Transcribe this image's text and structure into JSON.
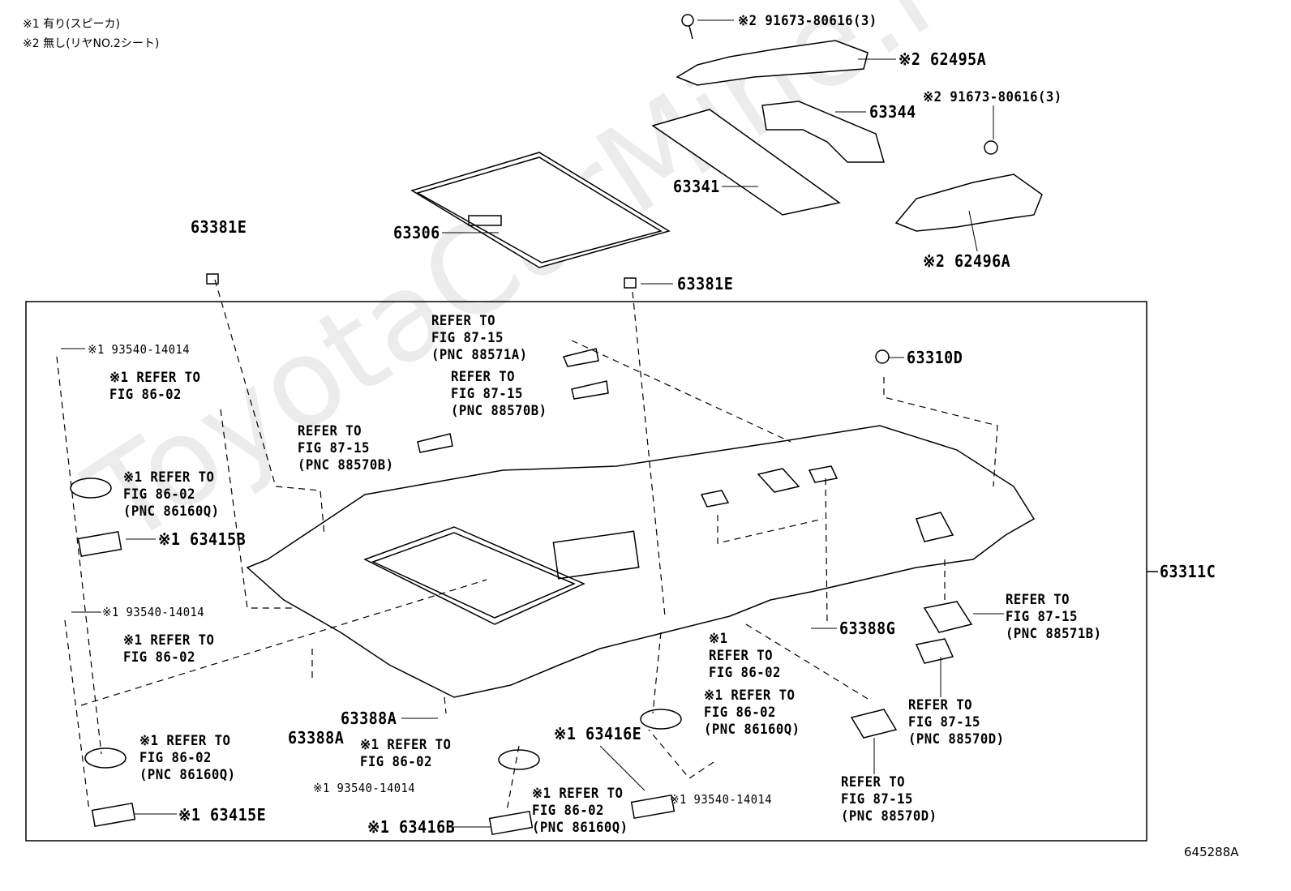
{
  "watermark": "ToyotaCarMine.ru",
  "notes": [
    "※1 有り(スピーカ)",
    "※2 無し(リヤNO.2シート)"
  ],
  "illustration_code": "645288A",
  "labels": [
    "※2 91673-80616(3)",
    "※2 62495A",
    "63344",
    "※2 91673-80616(3)",
    "63341",
    "63306",
    "※2 62496A",
    "63381E",
    "63381E",
    "REFER TO\nFIG 87-15\n(PNC 88571A)",
    "REFER TO\nFIG 87-15\n(PNC 88570B)",
    "REFER TO\nFIG 87-15\n(PNC 88570B)",
    "63310D",
    "※1 93540-14014",
    "※1 REFER TO\n    FIG 86-02",
    "※1 REFER TO\n    FIG 86-02\n    (PNC 86160Q)",
    "※1 63415B",
    "63311C",
    "※1 93540-14014",
    "※1 REFER TO\n    FIG 86-02",
    "REFER TO\nFIG 87-15\n(PNC 88571B)",
    "63388G",
    "※1\nREFER TO\nFIG 86-02",
    "※1 REFER TO\n    FIG 86-02\n    (PNC 86160Q)",
    "REFER TO\nFIG 87-15\n(PNC 88570D)",
    "63388A",
    "63388A",
    "※1 REFER TO\n    FIG 86-02\n    (PNC 86160Q)",
    "※1 REFER TO\n    FIG 86-02",
    "※1 63416E",
    "REFER TO\nFIG 87-15\n(PNC 88570D)",
    "※1 93540-14014",
    "※1 93540-14014",
    "※1 REFER TO\n    FIG 86-02\n    (PNC 86160Q)",
    "※1 63415E",
    "※1 63416B"
  ]
}
